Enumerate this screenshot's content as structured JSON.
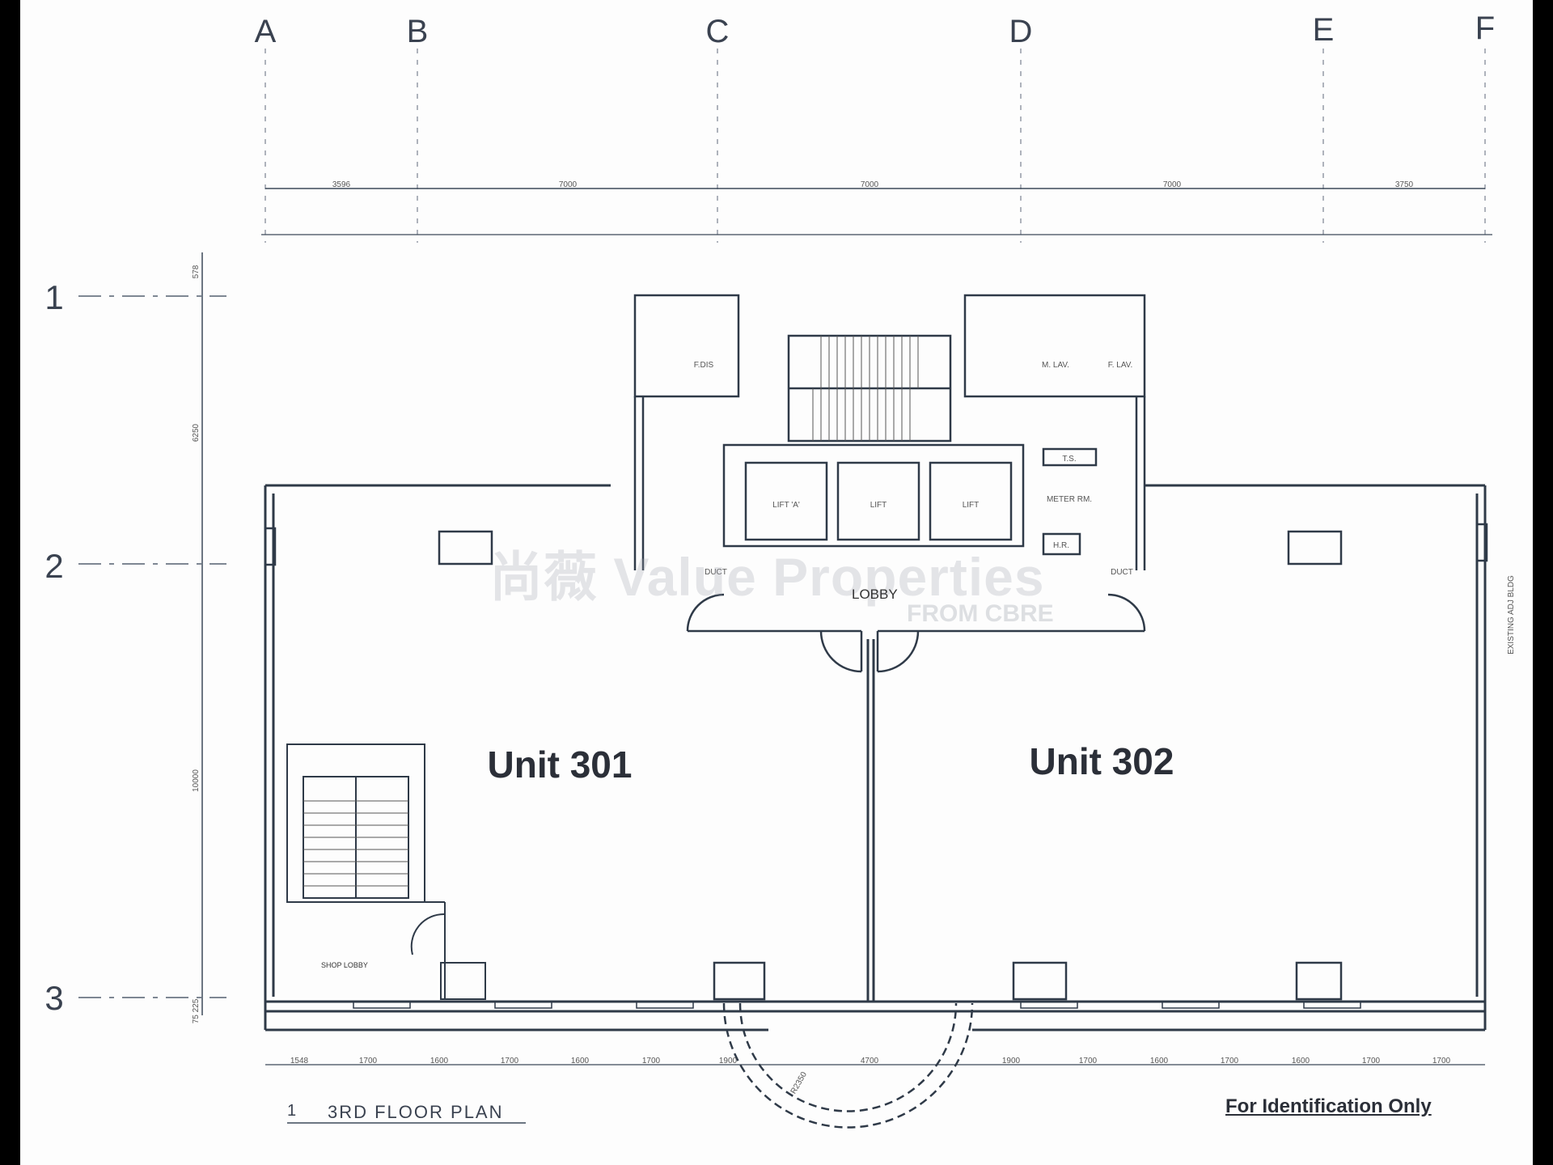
{
  "grid": {
    "columns": [
      "A",
      "B",
      "C",
      "D",
      "E",
      "F"
    ],
    "rows": [
      "1",
      "2",
      "3"
    ]
  },
  "dimensions": {
    "top_bays": [
      "3596",
      "7000",
      "7000",
      "7000",
      "3750"
    ],
    "bottom_bays": [
      "1548",
      "1700",
      "1600",
      "1700",
      "1600",
      "1700",
      "1900",
      "4700",
      "1900",
      "1700",
      "1600",
      "1700",
      "1600",
      "1700",
      "1700"
    ],
    "left_row": [
      "578",
      "6250",
      "10000",
      "75 225"
    ],
    "radius": "R2350"
  },
  "units": {
    "unit_301": "Unit 301",
    "unit_302": "Unit 302"
  },
  "rooms": {
    "lobby": "LOBBY",
    "shop_lobby": "SHOP LOBBY",
    "f_dis": "F.DIS",
    "m_lav": "M. LAV.",
    "f_lav": "F. LAV.",
    "lift_a": "LIFT 'A'",
    "lift_b": "LIFT",
    "lift_c": "LIFT",
    "meter_rm": "METER RM.",
    "ts": "T.S.",
    "hr": "H.R.",
    "duct": "DUCT",
    "side_note": "EXISTING ADJ BLDG"
  },
  "title": {
    "number": "1",
    "text": "3RD FLOOR PLAN"
  },
  "identification": "For Identification Only",
  "watermark": {
    "main": "尚薇 Value Properties",
    "sub": "FROM CBRE"
  }
}
